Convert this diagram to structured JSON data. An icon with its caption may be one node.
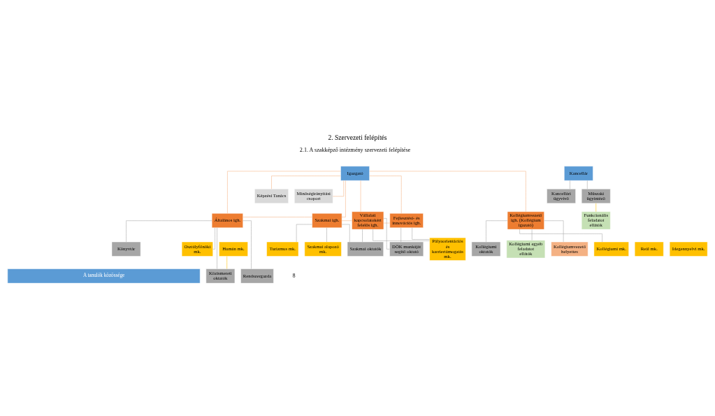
{
  "diagram": {
    "title": "2. Szervezeti felépítés",
    "nodes": [
      {
        "text": [
          "Igazgató"
        ]
      },
      {
        "text": [
          "Képzési Tanács"
        ]
      },
      {
        "text": [
          "Minőségirányítási csoport"
        ]
      },
      {
        "text": [
          "Általános igh."
        ]
      },
      {
        "text": [
          "Szakmai igh."
        ]
      },
      {
        "text": [
          "Vállalati kapcsolatokért felelős igh."
        ]
      },
      {
        "text": [
          "Fejlesztési- és innovációs igh."
        ]
      },
      {
        "text": [
          "Kollégiumvezető igh. (Kollégium igazató)"
        ]
      },
      {
        "text": [
          "Kancellár"
        ]
      },
      {
        "text": [
          "Kancellári ügyvivő"
        ]
      },
      {
        "text": [
          "Műszaki ügyintéző"
        ]
      },
      {
        "text": [
          "Funkcionális feladatot ellátók"
        ]
      },
      {
        "text": [
          "Humán mk."
        ]
      },
      {
        "text": [
          "Osztályfőnöki mk."
        ]
      },
      {
        "text": [
          "Reál mk."
        ]
      },
      {
        "text": [
          "Idegennyelvi mk."
        ]
      },
      {
        "text": [
          "Rendszergazda"
        ]
      },
      {
        "text": [
          "Közismereti oktatók"
        ]
      },
      {
        "text": [
          "Könyvtár"
        ]
      },
      {
        "text": [
          "Turizmus mk."
        ]
      },
      {
        "text": [
          "Szakmai alapozó mk."
        ]
      },
      {
        "text": [
          "Szakmai oktatók"
        ]
      },
      {
        "text": [
          "DÖK munkáját segítő oktató"
        ]
      },
      {
        "text": [
          "Pályaorientációs és karriertámogatás mk."
        ]
      },
      {
        "text": [
          "Kollégiumvezető helyettes"
        ]
      },
      {
        "text": [
          "Kollégiumi mk."
        ]
      },
      {
        "text": [
          "Kollégiumi oktatók"
        ]
      },
      {
        "text": [
          "Kollégiumi egyéb feladatot ellátók"
        ]
      },
      {
        "text": [
          "A tanulók közössége"
        ]
      }
    ],
    "edges": [
      {
        "from": 0,
        "to": 1,
        "arrow": "none",
        "color": "#f4b183"
      },
      {
        "from": 0,
        "to": 2,
        "arrow": "none",
        "color": "#f4b183"
      },
      {
        "from": 0,
        "to": 3,
        "arrow": "none",
        "color": "#f4b183"
      },
      {
        "from": 0,
        "to": 4,
        "arrow": "none",
        "color": "#f4b183"
      },
      {
        "from": 0,
        "to": 5,
        "arrow": "none",
        "color": "#f4b183"
      },
      {
        "from": 0,
        "to": 6,
        "arrow": "none",
        "color": "#f4b183"
      },
      {
        "from": 0,
        "to": 7,
        "arrow": "none",
        "color": "#f4b183"
      },
      {
        "from": 3,
        "to": 4,
        "arrow": "none",
        "color": "#f4b183"
      },
      {
        "from": 4,
        "to": 5,
        "arrow": "none",
        "color": "#f4b183"
      },
      {
        "from": 5,
        "to": 6,
        "arrow": "none",
        "color": "#f4b183"
      },
      {
        "from": 8,
        "to": 9,
        "arrow": "none"
      },
      {
        "from": 8,
        "to": 10,
        "arrow": "none"
      },
      {
        "from": 10,
        "to": 11,
        "arrow": "none",
        "color": "#ffc000"
      },
      {
        "from": 3,
        "to": 13,
        "arrow": "none"
      },
      {
        "from": 3,
        "to": 17,
        "arrow": "none"
      },
      {
        "from": 3,
        "to": 16,
        "arrow": "none"
      },
      {
        "from": 3,
        "to": 18,
        "arrow": "none"
      },
      {
        "from": 12,
        "to": 17,
        "arrow": "none",
        "color": "#ffc000"
      },
      {
        "from": 4,
        "to": 19,
        "arrow": "none"
      },
      {
        "from": 4,
        "to": 20,
        "arrow": "none"
      },
      {
        "from": 4,
        "to": 21,
        "arrow": "none"
      },
      {
        "from": 5,
        "to": 22,
        "arrow": "none"
      },
      {
        "from": 5,
        "to": 21,
        "arrow": "none"
      },
      {
        "from": 5,
        "to": 23,
        "arrow": "none"
      },
      {
        "from": 6,
        "to": 22,
        "arrow": "none"
      },
      {
        "from": 6,
        "to": 23,
        "arrow": "none"
      },
      {
        "from": 7,
        "to": 24,
        "arrow": "none"
      },
      {
        "from": 7,
        "to": 25,
        "arrow": "none"
      },
      {
        "from": 7,
        "to": 26,
        "arrow": "none"
      },
      {
        "from": 7,
        "to": 27,
        "arrow": "none"
      }
    ],
    "labels": [
      "2.1. A szakképző intézmény szervezeti felépítése",
      "8"
    ]
  }
}
